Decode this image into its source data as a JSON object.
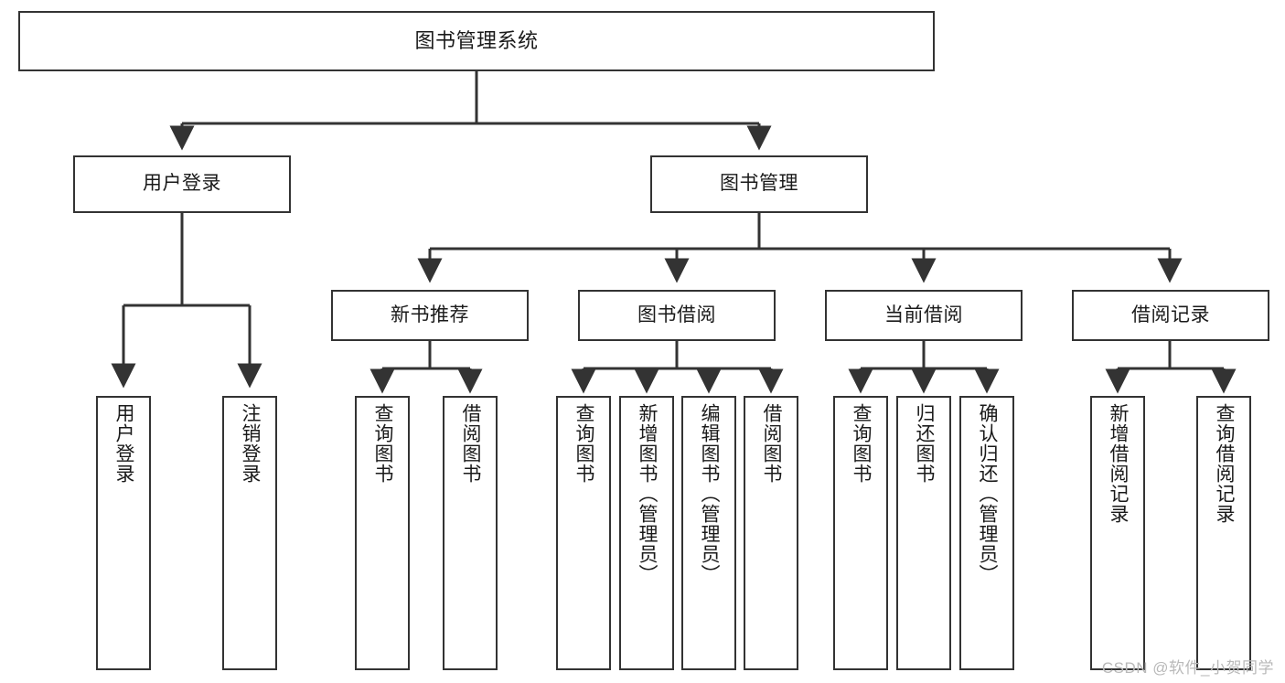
{
  "diagram": {
    "type": "hierarchy-tree",
    "title": "图书管理系统",
    "watermark": "CSDN @软件_小贺同学",
    "colors": {
      "stroke": "#333333",
      "fill": "#ffffff",
      "text": "#1a1a1a",
      "watermark": "#b9b9b9"
    },
    "nodes": {
      "root": {
        "label": "图书管理系统"
      },
      "level2": [
        {
          "id": "user-login",
          "label": "用户登录"
        },
        {
          "id": "book-management",
          "label": "图书管理"
        }
      ],
      "level3": [
        {
          "id": "new-book-recommend",
          "label": "新书推荐"
        },
        {
          "id": "book-borrow",
          "label": "图书借阅"
        },
        {
          "id": "current-borrow",
          "label": "当前借阅"
        },
        {
          "id": "borrow-record",
          "label": "借阅记录"
        }
      ],
      "leaves": {
        "user-login": [
          {
            "id": "leaf-user-login",
            "label": "用户登录"
          },
          {
            "id": "leaf-logout",
            "label": "注销登录"
          }
        ],
        "new-book-recommend": [
          {
            "id": "leaf-query-book-1",
            "label": "查询图书"
          },
          {
            "id": "leaf-borrow-book-1",
            "label": "借阅图书"
          }
        ],
        "book-borrow": [
          {
            "id": "leaf-query-book-2",
            "label": "查询图书"
          },
          {
            "id": "leaf-add-book",
            "label": "新增图书（管理员）"
          },
          {
            "id": "leaf-edit-book",
            "label": "编辑图书（管理员）"
          },
          {
            "id": "leaf-borrow-book-2",
            "label": "借阅图书"
          }
        ],
        "current-borrow": [
          {
            "id": "leaf-query-book-3",
            "label": "查询图书"
          },
          {
            "id": "leaf-return-book",
            "label": "归还图书"
          },
          {
            "id": "leaf-confirm-return",
            "label": "确认归还（管理员）"
          }
        ],
        "borrow-record": [
          {
            "id": "leaf-add-record",
            "label": "新增借阅记录"
          },
          {
            "id": "leaf-query-record",
            "label": "查询借阅记录"
          }
        ]
      }
    }
  }
}
